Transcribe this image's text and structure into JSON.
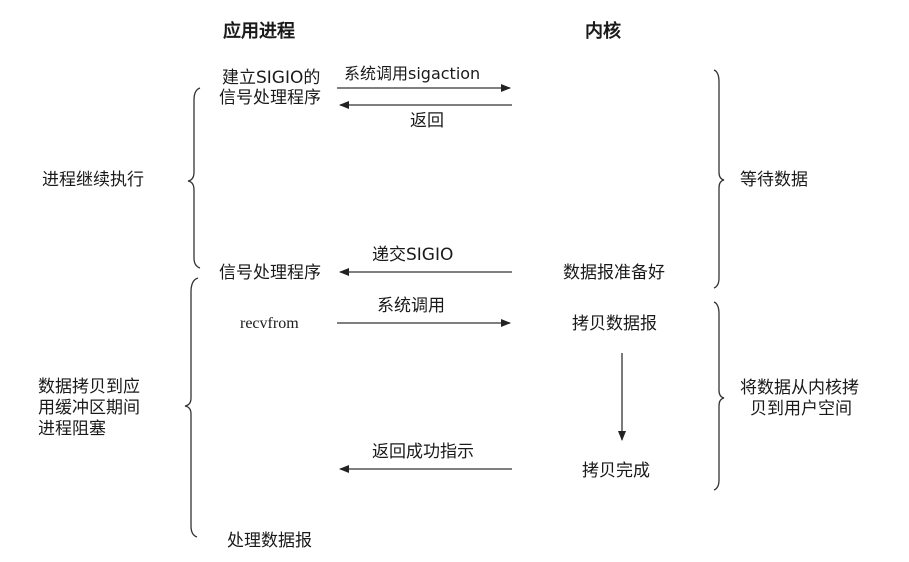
{
  "columns": {
    "app_process": "应用进程",
    "kernel": "内核"
  },
  "left_brackets": [
    {
      "label": "进程继续执行"
    },
    {
      "label_lines": [
        "数据拷贝到应",
        "用缓冲区期间",
        "进程阻塞"
      ]
    }
  ],
  "right_brackets": [
    {
      "label": "等待数据"
    },
    {
      "label_lines": [
        "将数据从内核拷",
        "贝到用户空间"
      ]
    }
  ],
  "app_steps": {
    "install_handler": [
      "建立SIGIO的",
      "信号处理程序"
    ],
    "signal_handler": "信号处理程序",
    "recvfrom": "recvfrom",
    "process_datagram": "处理数据报"
  },
  "kernel_steps": {
    "datagram_ready": "数据报准备好",
    "copy_datagram": "拷贝数据报",
    "copy_complete": "拷贝完成"
  },
  "arrows": {
    "sigaction_call": "系统调用sigaction",
    "return": "返回",
    "deliver_sigio": "递交SIGIO",
    "syscall": "系统调用",
    "return_success": "返回成功指示"
  }
}
